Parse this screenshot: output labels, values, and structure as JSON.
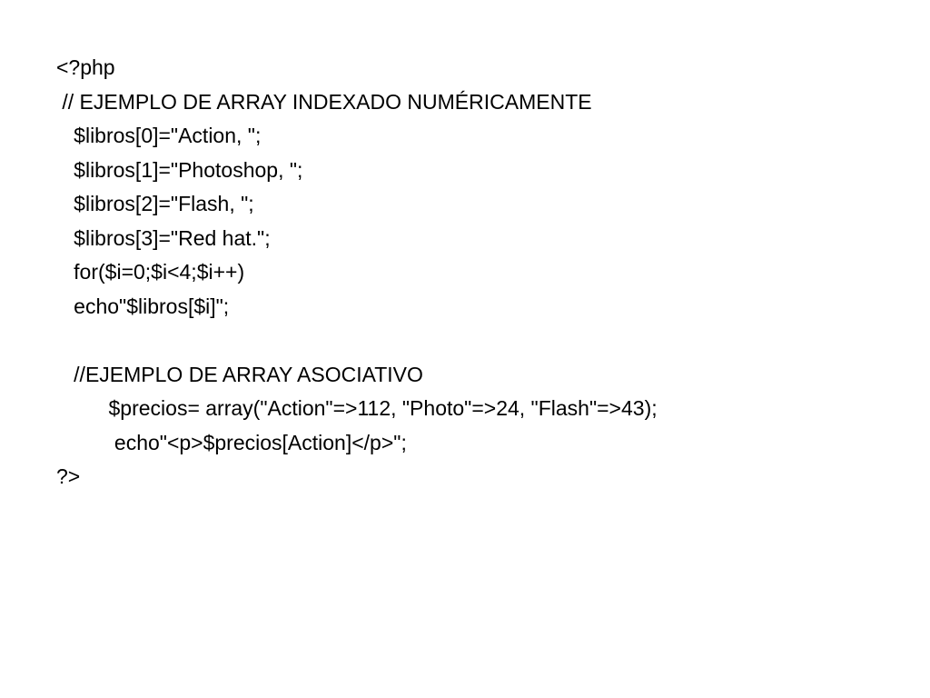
{
  "code": {
    "lines": [
      "<?php",
      " // EJEMPLO DE ARRAY INDEXADO NUMÉRICAMENTE",
      "   $libros[0]=\"Action, \";",
      "   $libros[1]=\"Photoshop, \";",
      "   $libros[2]=\"Flash, \";",
      "   $libros[3]=\"Red hat.\";",
      "   for($i=0;$i<4;$i++)",
      "   echo\"$libros[$i]\";",
      "",
      "   //EJEMPLO DE ARRAY ASOCIATIVO",
      "         $precios= array(\"Action\"=>112, \"Photo\"=>24, \"Flash\"=>43);",
      "          echo\"<p>$precios[Action]</p>\";",
      "?>"
    ]
  },
  "colors": {
    "background": "#ffffff",
    "text": "#000000"
  }
}
